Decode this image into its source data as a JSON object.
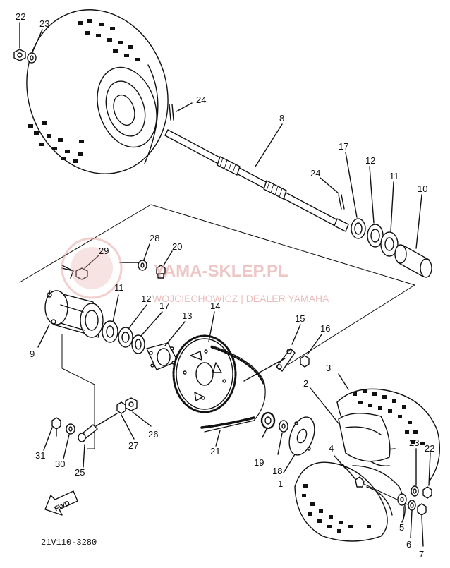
{
  "diagram": {
    "labels": {
      "p22a": "22",
      "p23a": "23",
      "p24a": "24",
      "p8": "8",
      "p17a": "17",
      "p12a": "12",
      "p11a": "11",
      "p10": "10",
      "p24b": "24",
      "p28": "28",
      "p29": "29",
      "p20": "20",
      "p11b": "11",
      "p12b": "12",
      "p17b": "17",
      "p13": "13",
      "p14": "14",
      "p15": "15",
      "p16": "16",
      "p9": "9",
      "p3": "3",
      "p2": "2",
      "p31": "31",
      "p30": "30",
      "p25": "25",
      "p27": "27",
      "p26": "26",
      "p21": "21",
      "p19": "19",
      "p18": "18",
      "p1": "1",
      "p4": "4",
      "p23b": "23",
      "p22b": "22",
      "p5": "5",
      "p6": "6",
      "p7": "7"
    },
    "fwd_label": "FWD",
    "diagram_code": "21V110-3280"
  },
  "watermark": {
    "title": "YAMA-SKLEP.PL",
    "subtitle": "WOJCIECHOWICZ | DEALER YAMAHA"
  }
}
